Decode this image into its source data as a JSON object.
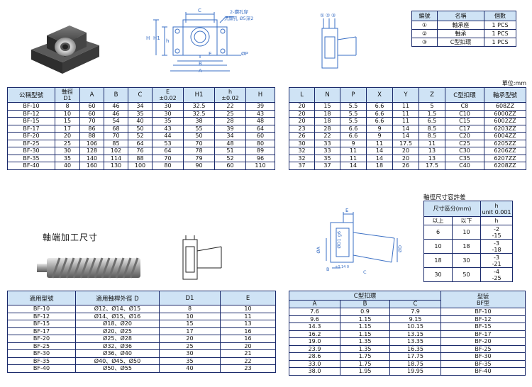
{
  "colors": {
    "header_bg": "#cfe3f5",
    "border": "#1a2a6b",
    "drawing": "#3a6fc4",
    "accent_blue": "#1f4fb5"
  },
  "top_drawing": {
    "label_c": "C",
    "label_hole": "2-鑽孔穿",
    "label_counterbore": "沉頭孔 Ø5深2",
    "label_h1": "H1",
    "label_h": "H",
    "label_e": "E",
    "label_b": "B",
    "label_a": "A",
    "label_phi_p": "ØP",
    "label_h_small": "h",
    "label_1": "①",
    "label_2": "②",
    "label_3": "③"
  },
  "parts": {
    "headers": [
      "編號",
      "名稱",
      "個數"
    ],
    "rows": [
      [
        "①",
        "軸承座",
        "1 PCS"
      ],
      [
        "②",
        "軸承",
        "1 PCS"
      ],
      [
        "③",
        "C型扣環",
        "1 PCS"
      ]
    ]
  },
  "unit_label": "單位:mm",
  "main_left": {
    "headers": {
      "model": "公稱型號",
      "shaft_top": "軸徑",
      "shaft_bottom": "D1",
      "a": "A",
      "b": "B",
      "c": "C",
      "e_top": "E",
      "e_bottom": "±0.02",
      "h1": "H1",
      "h_top": "h",
      "h_bottom": "±0.02",
      "h": "H"
    },
    "rows": [
      [
        "BF-10",
        "8",
        "60",
        "46",
        "34",
        "30",
        "32.5",
        "22",
        "39"
      ],
      [
        "BF-12",
        "10",
        "60",
        "46",
        "35",
        "30",
        "32.5",
        "25",
        "43"
      ],
      [
        "BF-15",
        "15",
        "70",
        "54",
        "40",
        "35",
        "38",
        "28",
        "48"
      ],
      [
        "BF-17",
        "17",
        "86",
        "68",
        "50",
        "43",
        "55",
        "39",
        "64"
      ],
      [
        "BF-20",
        "20",
        "88",
        "70",
        "52",
        "44",
        "50",
        "34",
        "60"
      ],
      [
        "BF-25",
        "25",
        "106",
        "85",
        "64",
        "53",
        "70",
        "48",
        "80"
      ],
      [
        "BF-30",
        "30",
        "128",
        "102",
        "76",
        "64",
        "78",
        "51",
        "89"
      ],
      [
        "BF-35",
        "35",
        "140",
        "114",
        "88",
        "70",
        "79",
        "52",
        "96"
      ],
      [
        "BF-40",
        "40",
        "160",
        "130",
        "100",
        "80",
        "90",
        "60",
        "110"
      ]
    ]
  },
  "main_right": {
    "headers": [
      "L",
      "N",
      "P",
      "X",
      "Y",
      "Z",
      "C型扣環",
      "軸承型號"
    ],
    "rows": [
      [
        "20",
        "15",
        "5.5",
        "6.6",
        "11",
        "5",
        "C8",
        "608ZZ"
      ],
      [
        "20",
        "18",
        "5.5",
        "6.6",
        "11",
        "1.5",
        "C10",
        "6000ZZ"
      ],
      [
        "20",
        "18",
        "5.5",
        "6.6",
        "11",
        "6.5",
        "C15",
        "6002ZZ"
      ],
      [
        "23",
        "28",
        "6.6",
        "9",
        "14",
        "8.5",
        "C17",
        "6203ZZ"
      ],
      [
        "26",
        "22",
        "6.6",
        "9",
        "14",
        "8.5",
        "C20",
        "6004ZZ"
      ],
      [
        "30",
        "33",
        "9",
        "11",
        "17.5",
        "11",
        "C25",
        "6205ZZ"
      ],
      [
        "32",
        "33",
        "11",
        "14",
        "20",
        "13",
        "C30",
        "6206ZZ"
      ],
      [
        "32",
        "35",
        "11",
        "14",
        "20",
        "13",
        "C35",
        "6207ZZ"
      ],
      [
        "37",
        "37",
        "14",
        "18",
        "26",
        "17.5",
        "C40",
        "6208ZZ"
      ]
    ]
  },
  "shaft_section": {
    "title": "軸端加工尺寸"
  },
  "tolerance": {
    "title": "軸徑尺寸容許差",
    "header_size": "尺寸區分(mm)",
    "header_h": "h",
    "header_unit": "unit 0.001",
    "sub_above": "以上",
    "sub_below": "以下",
    "sub_h": "h",
    "rows": [
      [
        "6",
        "10",
        "-2",
        "-15"
      ],
      [
        "10",
        "18",
        "-3",
        "-18"
      ],
      [
        "18",
        "30",
        "-3",
        "-21"
      ],
      [
        "30",
        "50",
        "-4",
        "-25"
      ]
    ]
  },
  "ring_drawing": {
    "label_e": "E",
    "label_phi_d1": "ØD1 g6",
    "label_phi_a": "ØA",
    "label_b": "B",
    "label_c": "C",
    "label_phi_d": "ØD",
    "label_b_tol": "+0.14 0"
  },
  "shaft_table": {
    "headers": [
      "適用型號",
      "適用軸桿外徑 D",
      "D1",
      "E"
    ],
    "rows": [
      [
        "BF-10",
        "Ø12、Ø14、Ø15",
        "8",
        "10"
      ],
      [
        "BF-12",
        "Ø14、Ø15、Ø16",
        "10",
        "11"
      ],
      [
        "BF-15",
        "Ø18、Ø20",
        "15",
        "13"
      ],
      [
        "BF-17",
        "Ø20、Ø25",
        "17",
        "16"
      ],
      [
        "BF-20",
        "Ø25、Ø28",
        "20",
        "16"
      ],
      [
        "BF-25",
        "Ø32、Ø36",
        "25",
        "20"
      ],
      [
        "BF-30",
        "Ø36、Ø40",
        "30",
        "21"
      ],
      [
        "BF-35",
        "Ø40、Ø45、Ø50",
        "35",
        "22"
      ],
      [
        "BF-40",
        "Ø50、Ø55",
        "40",
        "23"
      ]
    ]
  },
  "ring_table": {
    "header_group": "C型扣環",
    "header_a": "A",
    "header_b": "B",
    "header_c": "C",
    "header_model_top": "型號",
    "header_model_bottom": "BF型",
    "rows": [
      [
        "7.6",
        "0.9",
        "7.9",
        "BF-10"
      ],
      [
        "9.6",
        "1.15",
        "9.15",
        "BF-12"
      ],
      [
        "14.3",
        "1.15",
        "10.15",
        "BF-15"
      ],
      [
        "16.2",
        "1.15",
        "13.15",
        "BF-17"
      ],
      [
        "19.0",
        "1.35",
        "13.35",
        "BF-20"
      ],
      [
        "23.9",
        "1.35",
        "16.35",
        "BF-25"
      ],
      [
        "28.6",
        "1.75",
        "17.75",
        "BF-30"
      ],
      [
        "33.0",
        "1.75",
        "18.75",
        "BF-35"
      ],
      [
        "38.0",
        "1.95",
        "19.95",
        "BF-40"
      ]
    ]
  }
}
